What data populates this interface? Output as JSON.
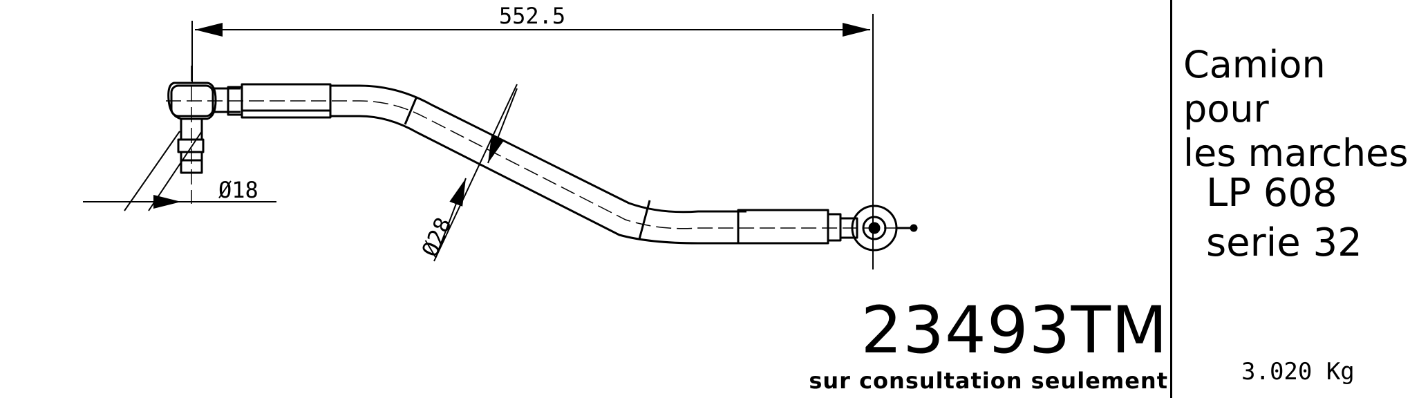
{
  "drawing": {
    "overall_length": "552.5",
    "small_diameter": "Ø18",
    "tube_diameter": "Ø28",
    "part_number": "23493TM",
    "note": "sur consultation seulement"
  },
  "side_panel": {
    "vehicle_line1": "Camion pour",
    "vehicle_line2": "les marches",
    "model_line1": "LP 608",
    "model_line2": "serie 32",
    "weight": "3.020 Kg"
  }
}
